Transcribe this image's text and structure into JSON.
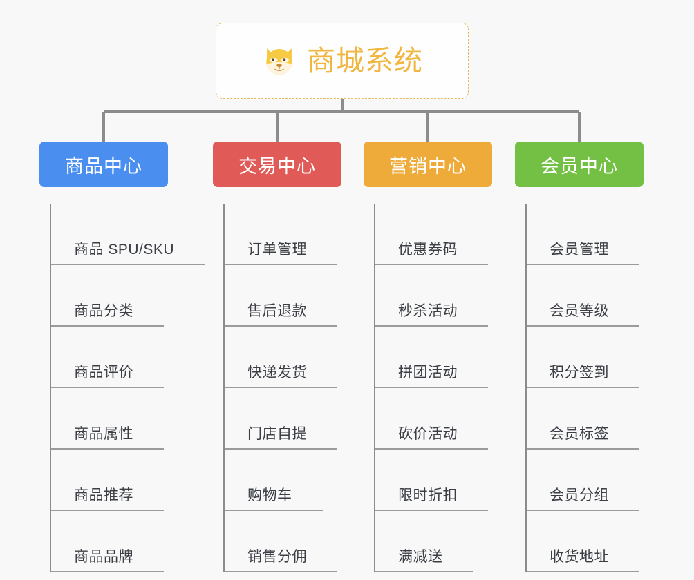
{
  "diagram": {
    "root": {
      "title": "商城系统",
      "icon": "dog-face-icon",
      "border_color": "#e8b75a",
      "text_color": "#f0b63f"
    },
    "categories": [
      {
        "label": "商品中心",
        "color": "#4a8ef0",
        "items": [
          "商品 SPU/SKU",
          "商品分类",
          "商品评价",
          "商品属性",
          "商品推荐",
          "商品品牌"
        ]
      },
      {
        "label": "交易中心",
        "color": "#e05a58",
        "items": [
          "订单管理",
          "售后退款",
          "快递发货",
          "门店自提",
          "购物车",
          "销售分佣"
        ]
      },
      {
        "label": "营销中心",
        "color": "#eeab39",
        "items": [
          "优惠券码",
          "秒杀活动",
          "拼团活动",
          "砍价活动",
          "限时折扣",
          "满减送"
        ]
      },
      {
        "label": "会员中心",
        "color": "#73c044",
        "items": [
          "会员管理",
          "会员等级",
          "积分签到",
          "会员标签",
          "会员分组",
          "收货地址"
        ]
      }
    ],
    "connector_color": "#8c8c8c",
    "background_color": "#f8f8f8"
  }
}
